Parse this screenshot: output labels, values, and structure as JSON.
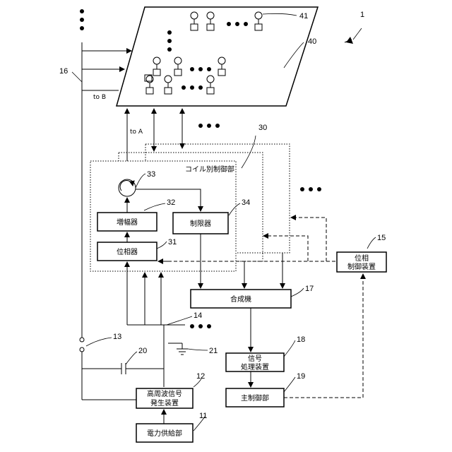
{
  "figure_number": "1",
  "labels": {
    "coil_control": "コイル別制御部",
    "to_a": "to A",
    "to_b": "to B"
  },
  "blocks": {
    "amplifier": "増幅器",
    "limiter": "制限器",
    "phase_shifter": "位相器",
    "combiner": "合成機",
    "signal_processing_1": "信号",
    "signal_processing_2": "処理装置",
    "main_control": "主制御部",
    "hf_generator_1": "高周波信号",
    "hf_generator_2": "発生装置",
    "power_supply": "電力供給部",
    "phase_control_1": "位相",
    "phase_control_2": "制御装置"
  },
  "ref_numerals": {
    "n1": "1",
    "n11": "11",
    "n12": "12",
    "n13": "13",
    "n14": "14",
    "n15": "15",
    "n16": "16",
    "n17": "17",
    "n18": "18",
    "n19": "19",
    "n20": "20",
    "n21": "21",
    "n30": "30",
    "n31": "31",
    "n32": "32",
    "n33": "33",
    "n34": "34",
    "n40": "40",
    "n41": "41"
  }
}
